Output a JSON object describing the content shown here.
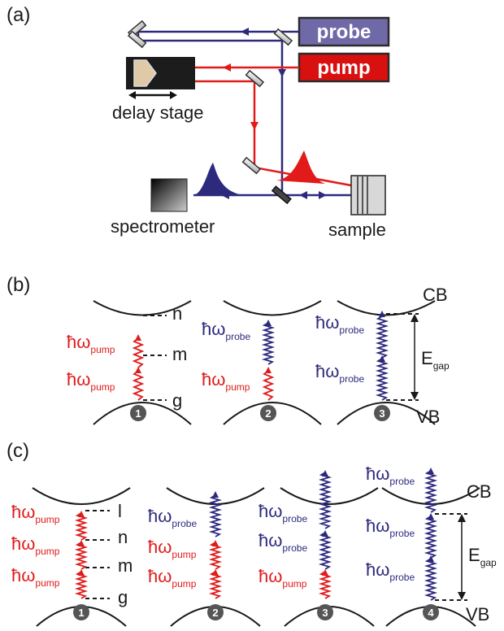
{
  "panels": {
    "a": "(a)",
    "b": "(b)",
    "c": "(c)"
  },
  "setup": {
    "probe": "probe",
    "pump": "pump",
    "delay_stage": "delay stage",
    "spectrometer": "spectrometer",
    "sample": "sample"
  },
  "levels": {
    "n": "n",
    "m": "m",
    "g": "g",
    "l": "l",
    "cb": "CB",
    "vb": "VB"
  },
  "photon": {
    "symbol": "ħω",
    "pump_sub": "pump",
    "probe_sub": "probe"
  },
  "gap": {
    "main": "E",
    "sub": "gap"
  },
  "steps": [
    "1",
    "2",
    "3",
    "4"
  ],
  "colors": {
    "pump": "#e11a1a",
    "probe": "#2d2a7e",
    "probe_box": "#7069a8",
    "pump_box": "#d81010",
    "step_circle": "#555555"
  }
}
